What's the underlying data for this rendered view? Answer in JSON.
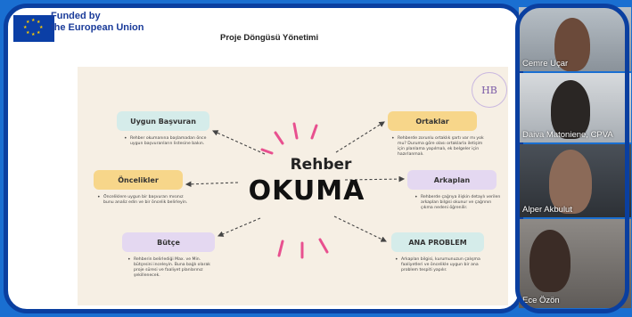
{
  "header": {
    "eu_line1": "Funded by",
    "eu_line2": "the European Union",
    "presentation_title": "Proje Döngüsü Yönetimi"
  },
  "slide": {
    "center_line1": "Rehber",
    "center_line2": "OKUMA",
    "logo_text": "HB",
    "nodes": {
      "uygun": {
        "label": "Uygun Başvuran",
        "note": "Rehber okumanına başlamadan önce uygun başvuranların listesine bakın."
      },
      "oncelikler": {
        "label": "Öncelikler",
        "note": "Önceliklere uygun bir başvuran mısınız bunu analiz edin ve bir öncelik belirleyin."
      },
      "butce": {
        "label": "Bütçe",
        "note": "Rehberin belirlediği Max. ve Min. bütçesini inceleyin. Buna bağlı olarak proje süresi ve faaliyet planlarınız şekillenecek."
      },
      "ortaklar": {
        "label": "Ortaklar",
        "note": "Rehberde zorunlu ortaklık şartı var mı yok mu? Duruma göre olası ortaklarla iletişim için planlama yapılmalı, ek belgeler için hazırlanmalı."
      },
      "arkaplan": {
        "label": "Arkaplan",
        "note": "Rehberde çağrıya ilişkin detaylı verilen arkaplan bilgisi okunur ve çağrının çıkma nedeni öğrenilir."
      },
      "ana_problem": {
        "label": "ANA PROBLEM",
        "note": "Arkaplan bilgisi, kurumunuzun çalışma faaliyetleri ve öncelikle uygun bir ana problem tespiti yapılır."
      }
    }
  },
  "participants": [
    {
      "name": "Cemre Uçar"
    },
    {
      "name": "Daiva Matoniene, CPVA"
    },
    {
      "name": "Alper Akbulut"
    },
    {
      "name": "Ece Özön"
    }
  ],
  "colors": {
    "background": "#1a6fd1",
    "frame_border": "#0a3fa0",
    "teal_pill": "#d5ecea",
    "yellow_pill": "#f7d68a",
    "purple_pill": "#e4d8f1",
    "burst_pink": "#e8508f"
  }
}
